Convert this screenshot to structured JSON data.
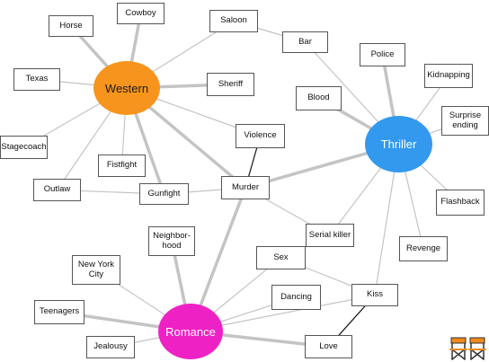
{
  "hubs": {
    "western": {
      "label": "Western",
      "color": "#f7941d"
    },
    "thriller": {
      "label": "Thriller",
      "color": "#3399ee"
    },
    "romance": {
      "label": "Romance",
      "color": "#ee22c4"
    }
  },
  "nodes": {
    "horse": "Horse",
    "cowboy": "Cowboy",
    "saloon": "Saloon",
    "bar": "Bar",
    "police": "Police",
    "kidnapping": "Kidnapping",
    "texas": "Texas",
    "sheriff": "Sheriff",
    "blood": "Blood",
    "surprise_ending": "Surprise\nending",
    "violence": "Violence",
    "stagecoach": "Stagecoach",
    "fistfight": "Fistfight",
    "outlaw": "Outlaw",
    "gunfight": "Gunfight",
    "murder": "Murder",
    "flashback": "Flashback",
    "neighborhood": "Neighbor-\nhood",
    "serial_killer": "Serial killer",
    "revenge": "Revenge",
    "new_york_city": "New York\nCity",
    "sex": "Sex",
    "dancing": "Dancing",
    "kiss": "Kiss",
    "teenagers": "Teenagers",
    "jealousy": "Jealousy",
    "love": "Love"
  },
  "icons": {
    "chairs": "director-chairs-icon"
  },
  "colors": {
    "edge": "#c4c4c4",
    "link": "#111111",
    "box_border": "#555555"
  }
}
